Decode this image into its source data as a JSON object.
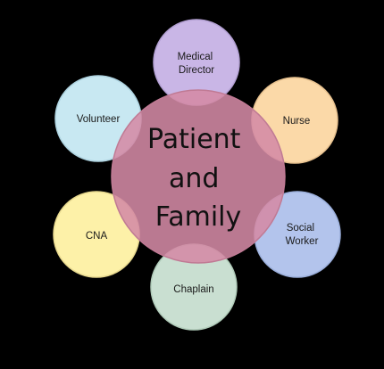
{
  "center": {
    "lines": [
      "Patient",
      "and",
      "Family"
    ],
    "fill": "#d48aa5",
    "stroke": "#c07a94"
  },
  "roles": [
    {
      "key": "medical-director",
      "lines": [
        "Medical",
        "Director"
      ],
      "fill": "#c9b6e6",
      "stroke": "#b3a0d3"
    },
    {
      "key": "nurse",
      "lines": [
        "Nurse"
      ],
      "fill": "#fbd9a8",
      "stroke": "#e8c290"
    },
    {
      "key": "social-worker",
      "lines": [
        "Social",
        "Worker"
      ],
      "fill": "#b3c4ec",
      "stroke": "#9cb0dc"
    },
    {
      "key": "chaplain",
      "lines": [
        "Chaplain"
      ],
      "fill": "#c9dfd1",
      "stroke": "#b0cbb9"
    },
    {
      "key": "cna",
      "lines": [
        "CNA"
      ],
      "fill": "#fdf1a8",
      "stroke": "#e8d98f"
    },
    {
      "key": "volunteer",
      "lines": [
        "Volunteer"
      ],
      "fill": "#c8e8f2",
      "stroke": "#aed3e0"
    }
  ]
}
